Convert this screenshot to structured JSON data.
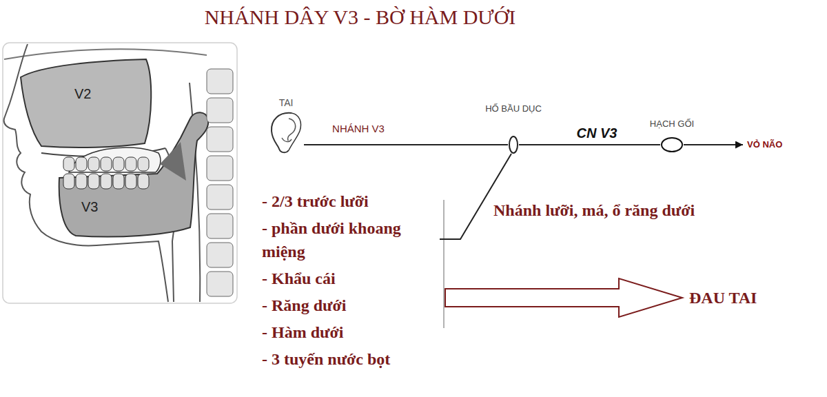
{
  "diagram": {
    "title": "NHÁNH DÂY V3 - BỜ HÀM DƯỚI",
    "nodes": [
      {
        "text": [
          "TAI"
        ]
      },
      {
        "text": [
          "HỐ BẦU DỤC"
        ]
      },
      {
        "text": [
          "HẠCH GỐI"
        ]
      },
      {
        "text": [
          "VỎ NÃO"
        ]
      },
      {
        "text": [
          "- 2/3 trước lưỡi",
          "- phần dưới khoang miệng",
          "- Khẩu cái",
          "- Răng dưới",
          "- Hàm dưới",
          "- 3 tuyến nước bọt"
        ]
      },
      {
        "text": [
          "ĐAU TAI"
        ]
      }
    ],
    "edges": [
      {
        "from": 0,
        "to": 1,
        "label": "NHÁNH V3",
        "arrow": "none"
      },
      {
        "from": 1,
        "to": 2,
        "label": "CN V3",
        "arrow": "none"
      },
      {
        "from": 2,
        "to": 3,
        "arrow": "to"
      },
      {
        "from": 4,
        "to": 1,
        "arrow": "none"
      },
      {
        "from": 4,
        "to": 5,
        "arrow": "to"
      }
    ],
    "labels": [
      "V2",
      "V3",
      "Nhánh lưỡi, má, ổ răng dưới"
    ]
  }
}
